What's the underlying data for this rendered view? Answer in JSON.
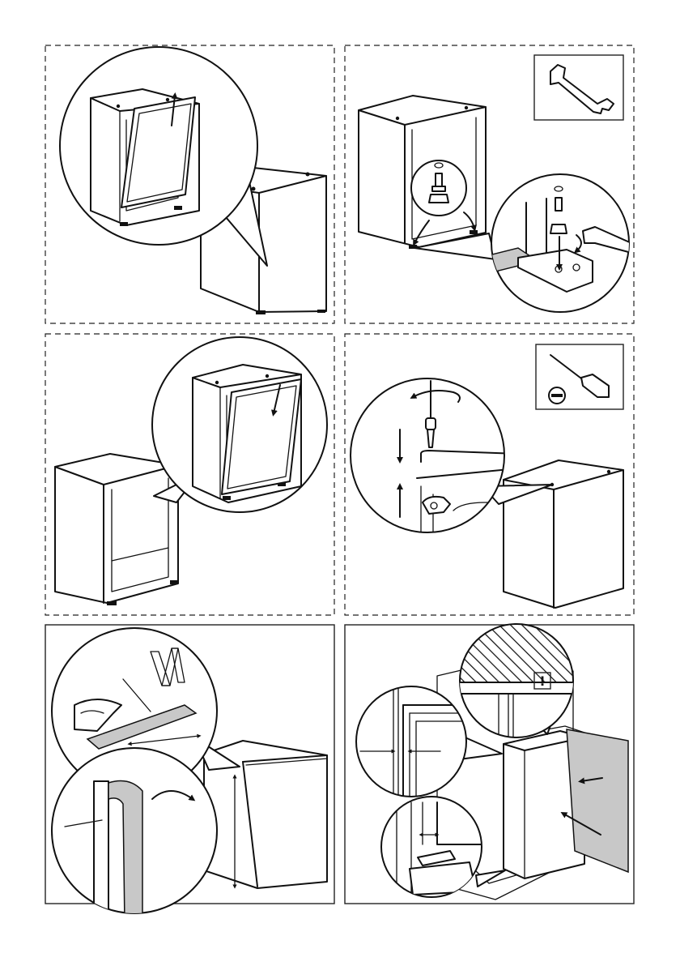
{
  "colors": {
    "line": "#111111",
    "shade": "#c8c8c8",
    "background": "#ffffff"
  },
  "panels": [
    {
      "id": "panel-1",
      "frame": "dashed",
      "icons": [
        "arrow-up-icon"
      ]
    },
    {
      "id": "panel-2",
      "frame": "dashed",
      "icons": [
        "wrench-icon",
        "curved-arrow-icon"
      ]
    },
    {
      "id": "panel-3",
      "frame": "dashed",
      "icons": [
        "arrow-down-icon"
      ]
    },
    {
      "id": "panel-4",
      "frame": "dashed",
      "icons": [
        "screwdriver-icon",
        "slot-screw-icon",
        "rotate-arrow-icon",
        "arrow-down-icon",
        "arrow-up-icon"
      ]
    },
    {
      "id": "panel-5",
      "frame": "solid",
      "icons": [
        "folding-ruler-icon",
        "curved-arrow-icon"
      ]
    },
    {
      "id": "panel-6",
      "frame": "solid",
      "icons": [
        "warning-icon",
        "arrow-left-icon"
      ]
    }
  ],
  "warning": {
    "symbol": "!"
  }
}
